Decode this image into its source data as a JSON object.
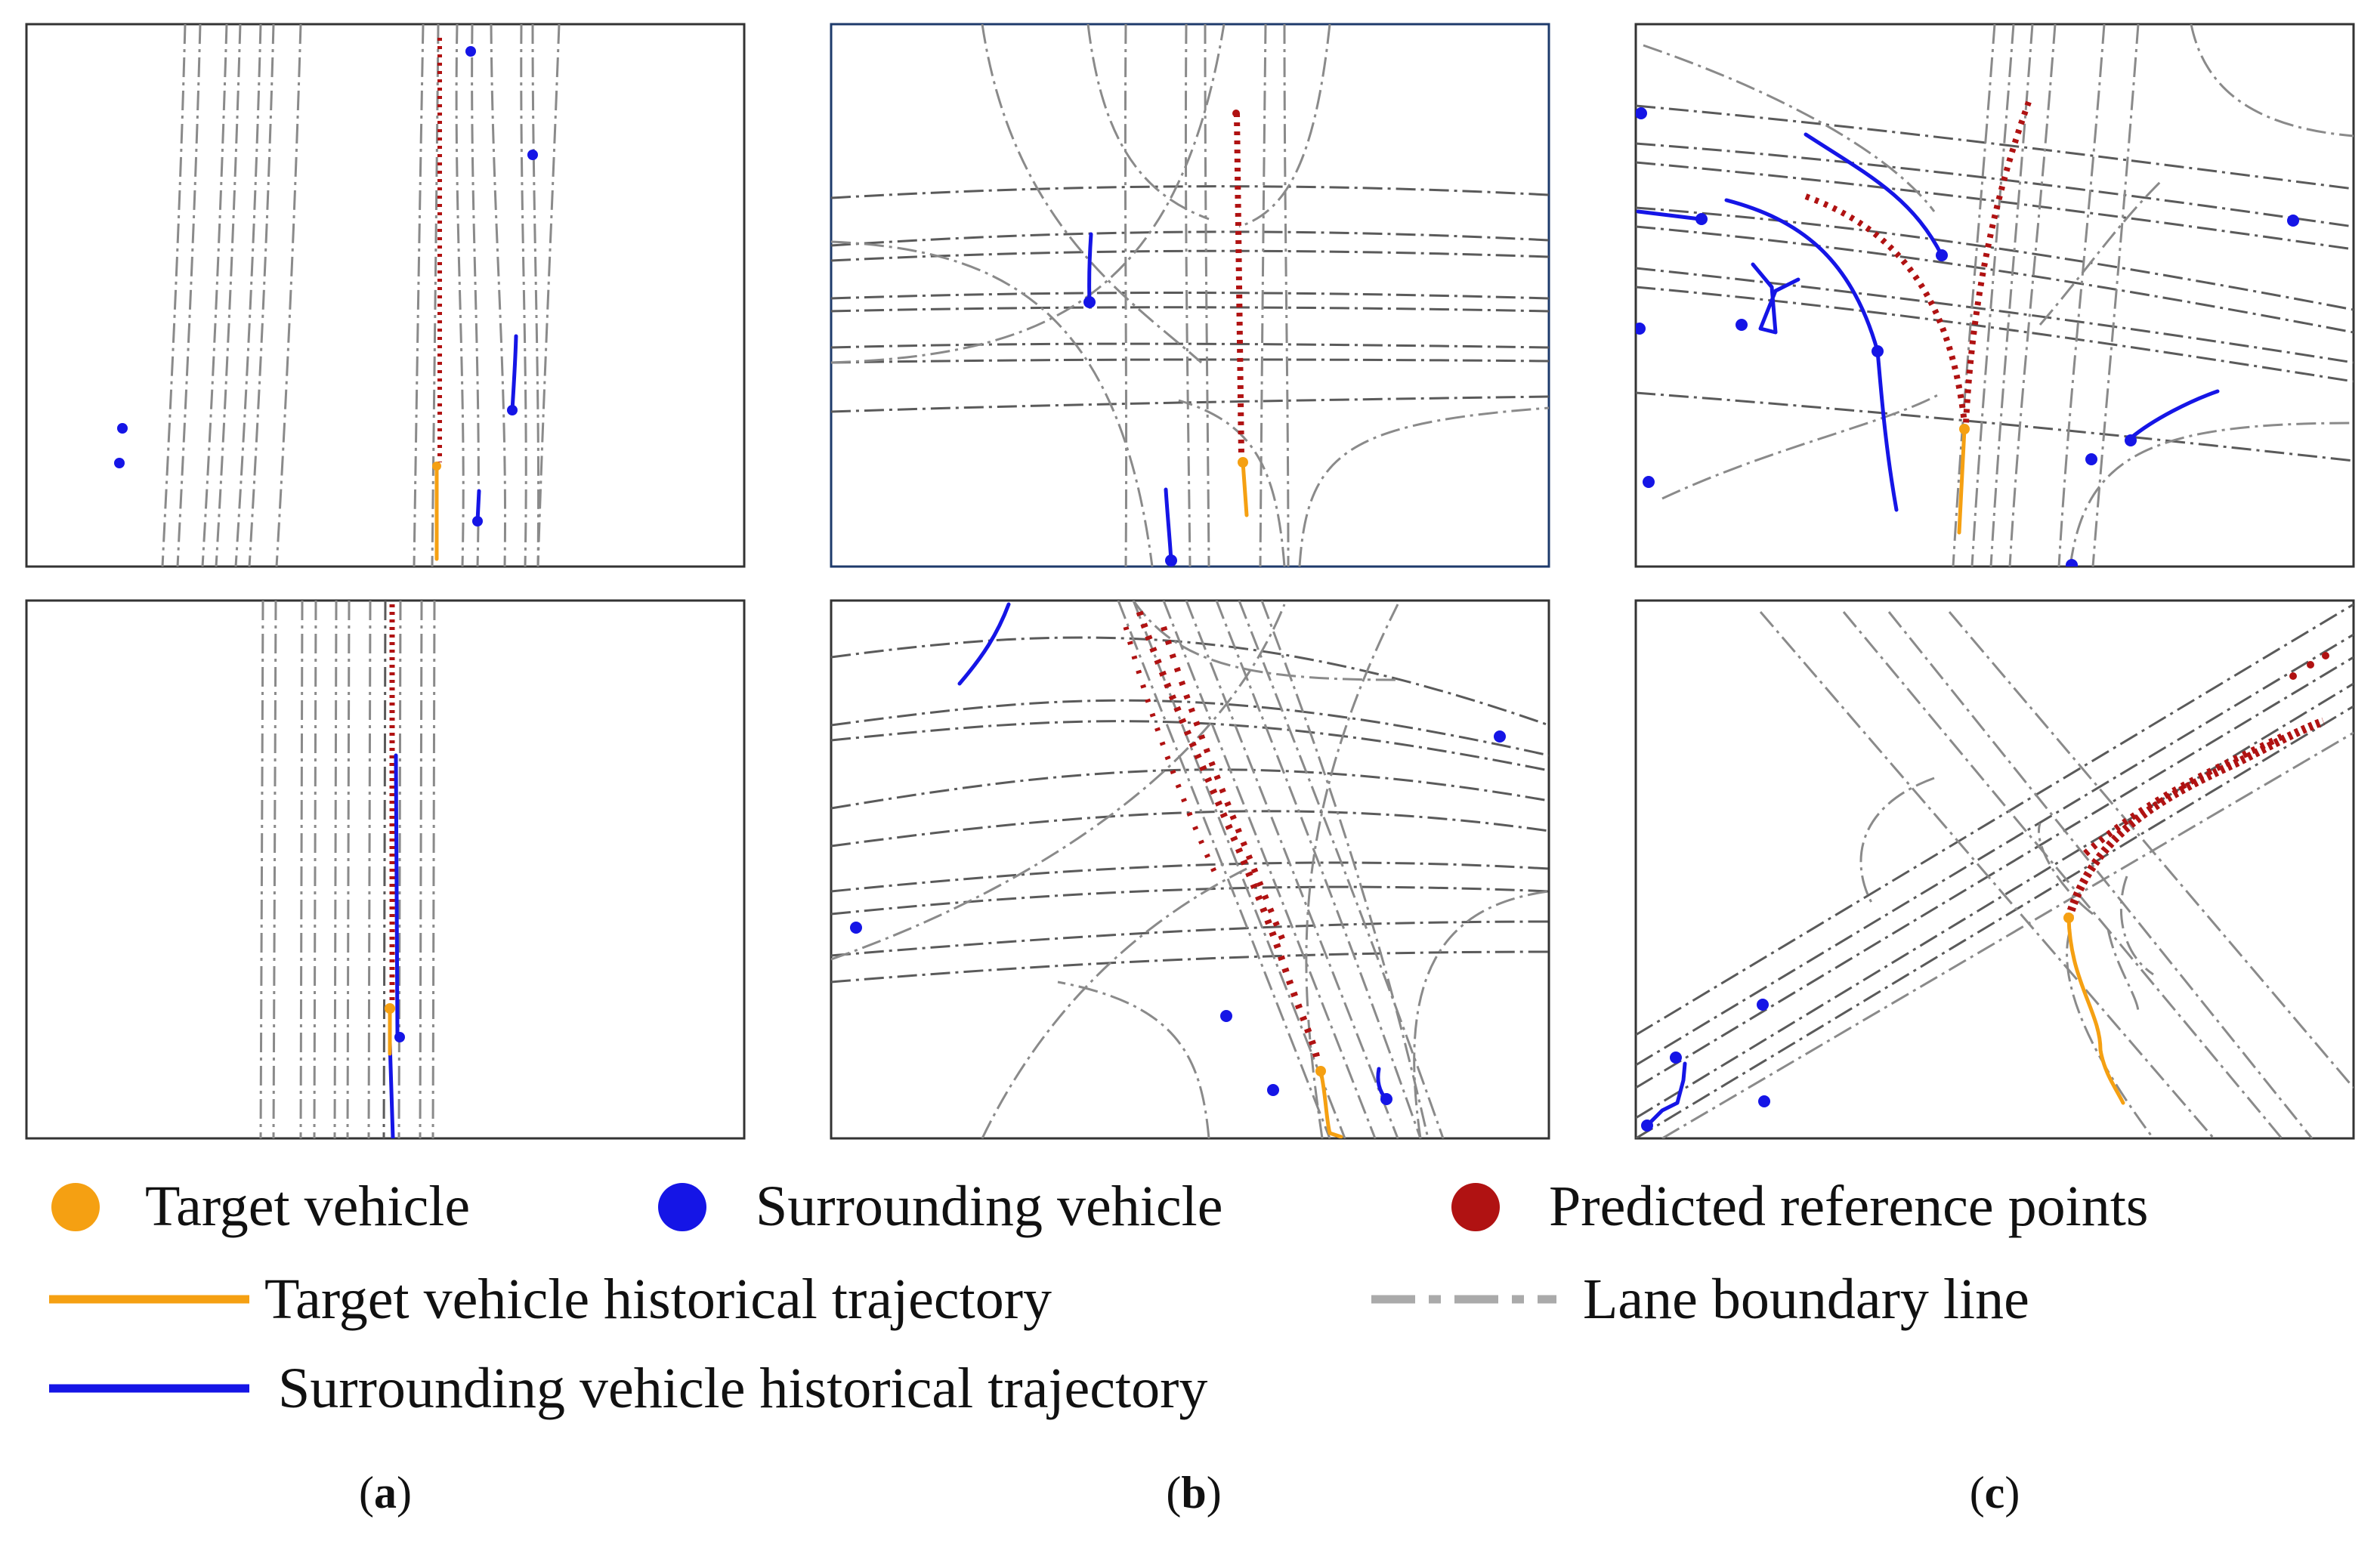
{
  "legend": {
    "target_vehicle": "Target vehicle",
    "surrounding_vehicle": "Surrounding vehicle",
    "predicted_reference_points": "Predicted reference points",
    "target_history": "Target vehicle historical trajectory",
    "lane_boundary": "Lane boundary line",
    "surrounding_history": "Surrounding vehicle historical trajectory"
  },
  "captions": {
    "a": "a",
    "b": "b",
    "c": "c"
  },
  "colors": {
    "target": "#f5a012",
    "surrounding": "#1515e6",
    "predicted": "#b01212",
    "lane": "#8a8a8a"
  }
}
